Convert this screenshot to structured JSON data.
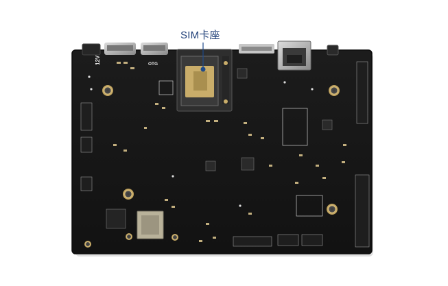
{
  "callout": {
    "label": "SIM卡座"
  },
  "silkscreen": {
    "power_label": "12V",
    "otg_label": "OTG"
  },
  "colors": {
    "background": "#ffffff",
    "board": "#161616",
    "board_edge": "#0c0c0c",
    "pad_gold": "#c9ad6a",
    "chip_gold": "#b9b29a",
    "metal": "#b8b8b8",
    "callout_text": "#1f3f78",
    "callout_line": "#1f4a8a",
    "silkscreen": "#e6e6e6"
  }
}
